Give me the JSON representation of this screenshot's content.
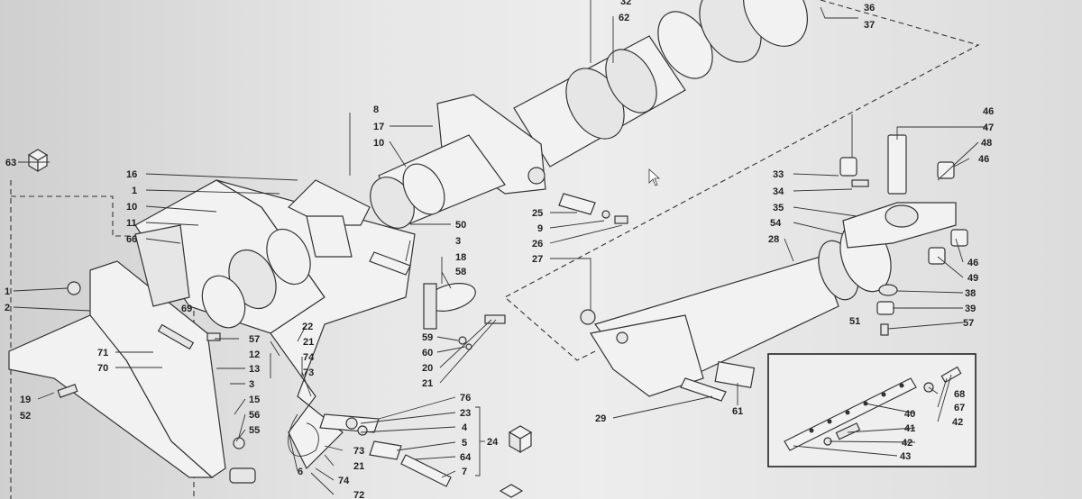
{
  "labels": {
    "l32": "32",
    "l62": "62",
    "l36": "36",
    "l37": "37",
    "l8": "8",
    "l17": "17",
    "l10a": "10",
    "l63": "63",
    "l16": "16",
    "l1a": "1",
    "l10b": "10",
    "l11": "11",
    "l66": "66",
    "l50": "50",
    "l3a": "3",
    "l18": "18",
    "l58": "58",
    "l25": "25",
    "l9": "9",
    "l26": "26",
    "l27": "27",
    "l46a": "46",
    "l47": "47",
    "l48": "48",
    "l46b": "46",
    "l33": "33",
    "l34": "34",
    "l35": "35",
    "l54": "54",
    "l28": "28",
    "l46c": "46",
    "l49": "49",
    "l38": "38",
    "l39": "39",
    "l57a": "57",
    "l51": "51",
    "l1b": "1",
    "l2": "2",
    "l69": "69",
    "l22": "22",
    "l57b": "57",
    "l12": "12",
    "l21a": "21",
    "l74a": "74",
    "l73a": "73",
    "l71": "71",
    "l70": "70",
    "l13": "13",
    "l3b": "3",
    "l15": "15",
    "l56": "56",
    "l55": "55",
    "l19": "19",
    "l52": "52",
    "l59": "59",
    "l60": "60",
    "l20": "20",
    "l21b": "21",
    "l76": "76",
    "l23": "23",
    "l4": "4",
    "l5": "5",
    "l64": "64",
    "l7": "7",
    "l24": "24",
    "l73b": "73",
    "l21c": "21",
    "l74b": "74",
    "l72": "72",
    "l6": "6",
    "l29": "29",
    "l61": "61",
    "l68": "68",
    "l67": "67",
    "l42a": "42",
    "l40": "40",
    "l41": "41",
    "l42b": "42",
    "l43": "43"
  },
  "icons": [
    "box-icon-63",
    "box-icon-24",
    "box-icon-bottom"
  ]
}
